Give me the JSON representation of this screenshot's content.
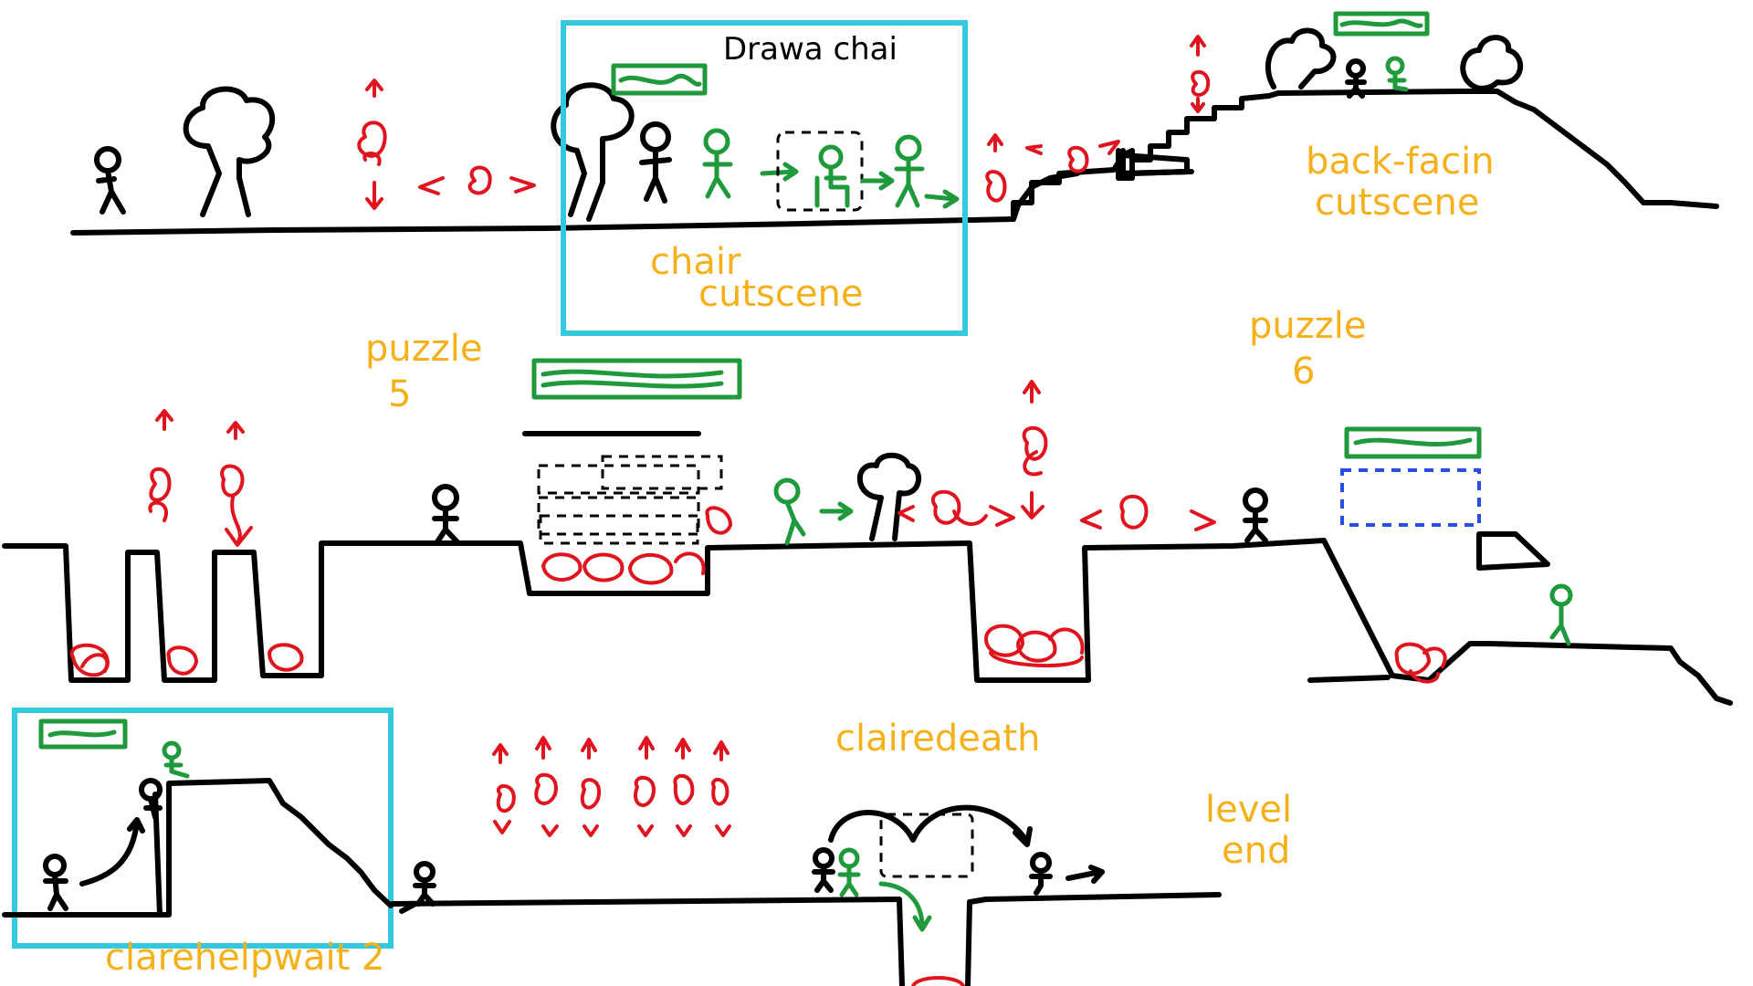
{
  "labels": {
    "draw_a_chair": "Drawa chai",
    "chair_cutscene": [
      "chair",
      "cutscene"
    ],
    "back_facing_cutscene": [
      "back-facin",
      "cutscene"
    ],
    "puzzle_5": [
      "puzzle",
      "5"
    ],
    "puzzle_6": [
      "puzzle",
      "6"
    ],
    "claire_death": "clairedeath",
    "level_end": [
      "level",
      "end"
    ],
    "claire_help_wait": "clarehelpwait 2"
  },
  "colors": {
    "ink": "#000000",
    "claire": "#1e9a3c",
    "hazard": "#e0141e",
    "cutscene_box": "#33c9de",
    "note": "#f5b01a",
    "hint_box": "#2a4fe0"
  }
}
